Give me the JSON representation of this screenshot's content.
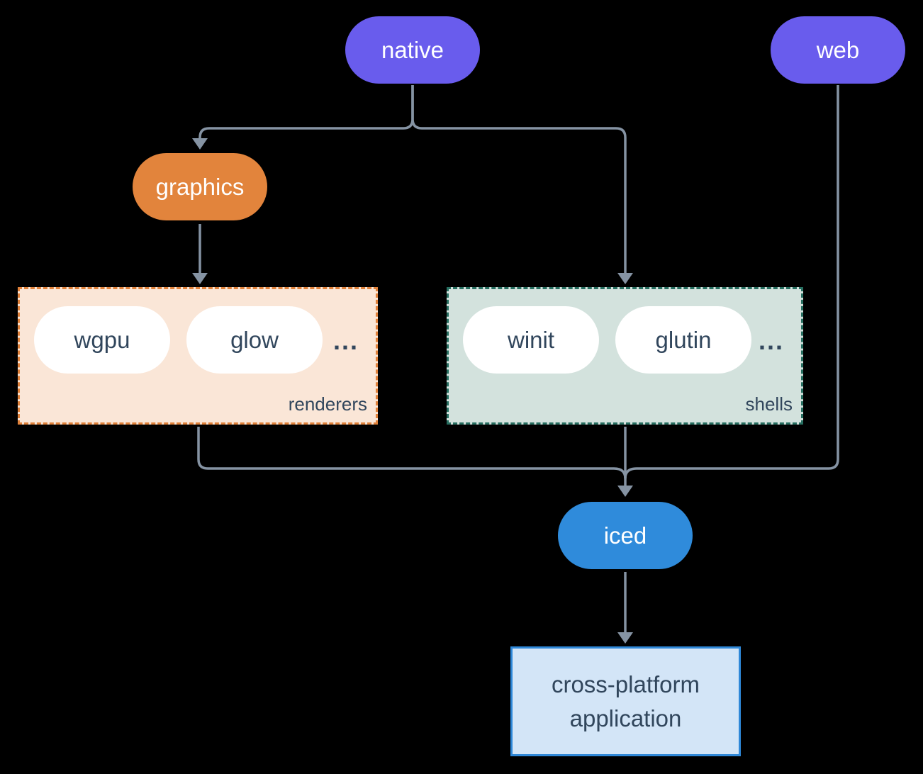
{
  "colors": {
    "background": "#000000",
    "connector": "#8593a3",
    "pill_text_light": "#ffffff",
    "text_dark": "#31465c",
    "native": "#695ced",
    "web": "#695ced",
    "graphics": "#e2843c",
    "iced": "#2f8bdb",
    "renderers_fill": "#fae6d7",
    "renderers_border": "#e0813a",
    "shells_fill": "#d3e2dd",
    "shells_border": "#266e60",
    "app_fill": "#d3e5f7",
    "app_border": "#2f88d8",
    "inner_pill_fill": "#ffffff"
  },
  "diagram": {
    "nodes": {
      "native": "native",
      "web": "web",
      "graphics": "graphics",
      "iced": "iced",
      "app": "cross-platform application"
    },
    "groups": {
      "renderers": {
        "label": "renderers",
        "items": [
          "wgpu",
          "glow"
        ],
        "more": "..."
      },
      "shells": {
        "label": "shells",
        "items": [
          "winit",
          "glutin"
        ],
        "more": "..."
      }
    }
  }
}
